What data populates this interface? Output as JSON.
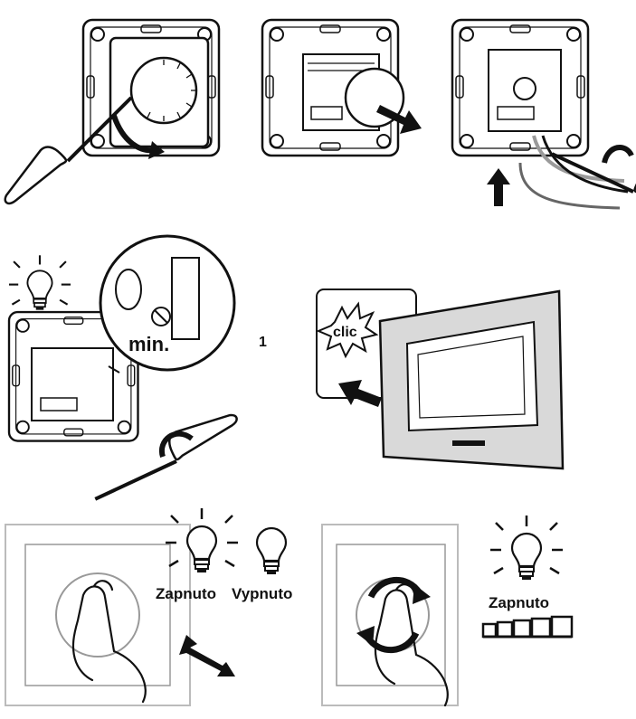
{
  "step2": {
    "min_label": "min.",
    "step_number": "1",
    "clic_label": "clic"
  },
  "step3": {
    "on_label_left": "Zapnuto",
    "off_label": "Vypnuto",
    "on_label_right": "Zapnuto"
  },
  "colors": {
    "ink": "#111111",
    "paper": "#ffffff",
    "frame_grey": "#d9d9d9",
    "wire_grey": "#9a9a9a"
  }
}
